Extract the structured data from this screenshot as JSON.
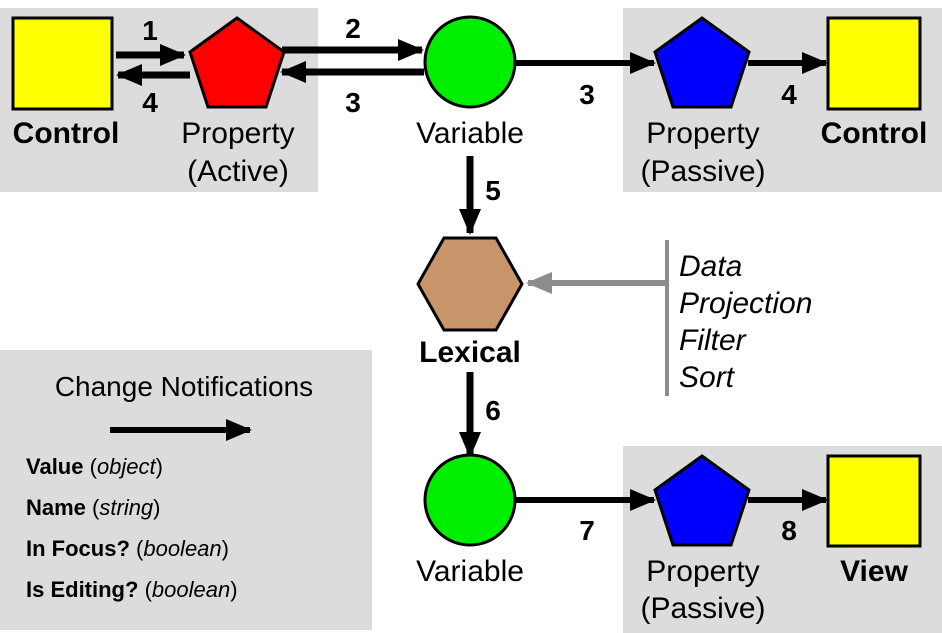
{
  "colors": {
    "panel": "#dcdcdc",
    "control_fill": "#ffff00",
    "active_property_fill": "#ff0000",
    "passive_property_fill": "#0000ff",
    "variable_fill": "#00ee00",
    "lexical_fill": "#c8956a",
    "arrow": "#000000",
    "config_arrow": "#8c8c8c"
  },
  "nodes": {
    "control_left": "Control",
    "property_active_line1": "Property",
    "property_active_line2": "(Active)",
    "variable_top": "Variable",
    "property_passive_top_line1": "Property",
    "property_passive_top_line2": "(Passive)",
    "control_right": "Control",
    "lexical": "Lexical",
    "variable_bottom": "Variable",
    "property_passive_bottom_line1": "Property",
    "property_passive_bottom_line2": "(Passive)",
    "view": "View"
  },
  "arrow_numbers": {
    "a1": "1",
    "a4_left": "4",
    "a2": "2",
    "a3_left": "3",
    "a3_right": "3",
    "a4_right": "4",
    "a5": "5",
    "a6": "6",
    "a7": "7",
    "a8": "8"
  },
  "lexical_config": [
    "Data",
    "Projection",
    "Filter",
    "Sort"
  ],
  "legend": {
    "title": "Change Notifications",
    "items": [
      {
        "name": "Value",
        "type": "object"
      },
      {
        "name": "Name",
        "type": "string"
      },
      {
        "name": "In Focus?",
        "type": "boolean"
      },
      {
        "name": "Is Editing?",
        "type": "boolean"
      }
    ]
  }
}
